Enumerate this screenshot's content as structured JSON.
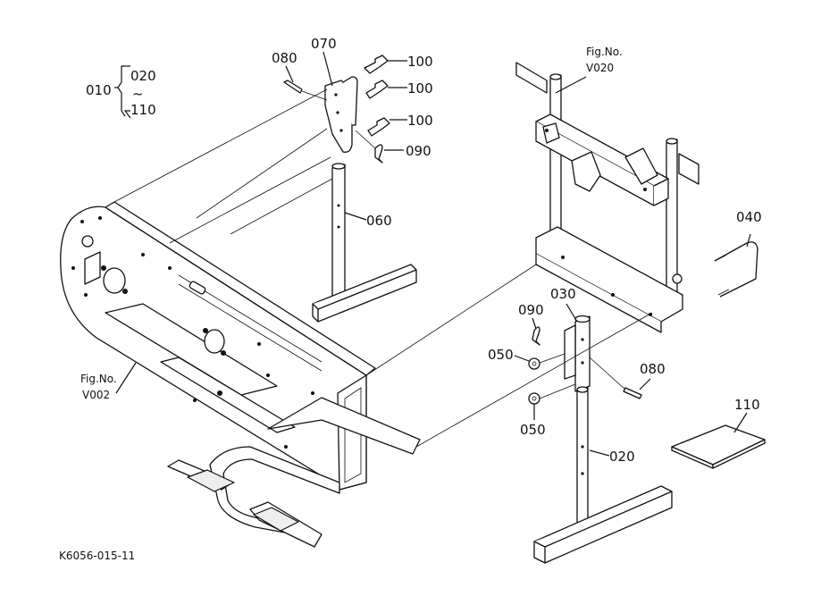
{
  "labels": {
    "p010": "010",
    "p020_range": "020",
    "tilde": "~",
    "p110_range": "110",
    "p080_top": "080",
    "p070": "070",
    "p100_a": "100",
    "p100_b": "100",
    "p100_c": "100",
    "p090_top": "090",
    "p060": "060",
    "fig_v020_line1": "Fig.No.",
    "fig_v020_line2": "V020",
    "p040": "040",
    "p090_mid": "090",
    "p030": "030",
    "p050_a": "050",
    "p080_mid": "080",
    "p050_b": "050",
    "p020": "020",
    "p110": "110",
    "fig_v002_line1": "Fig.No.",
    "fig_v002_line2": "V002",
    "drawing_no": "K6056-015-11"
  }
}
